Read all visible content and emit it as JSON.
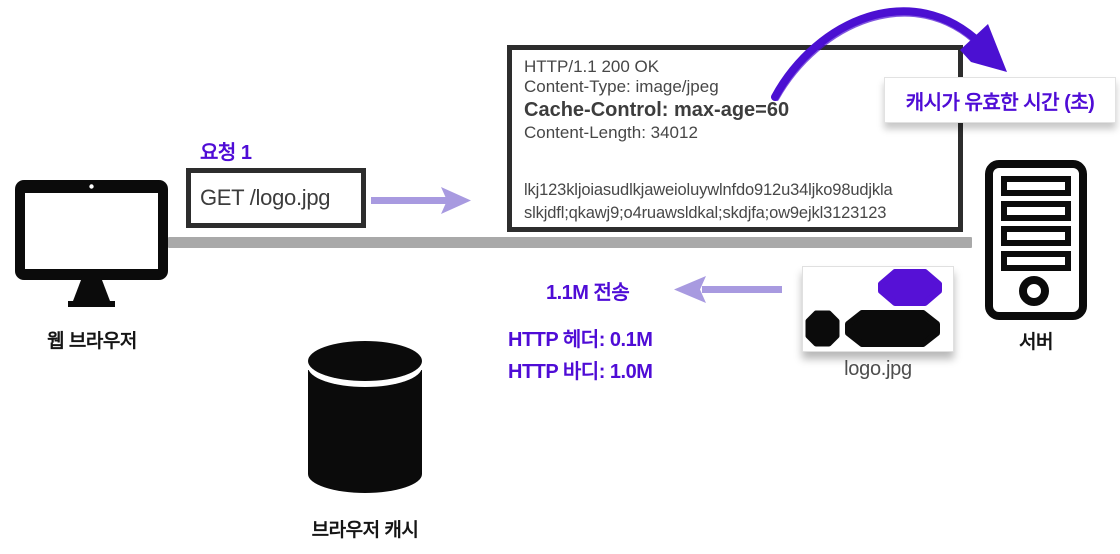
{
  "colors": {
    "accent_purple": "#4f0cd6",
    "hand_arrow_purple": "#4b10d2",
    "light_arrow_purple": "#a89ae0",
    "box_border": "#2d2d2d",
    "timeline_gray": "#a9a9a9",
    "response_text": "#474747"
  },
  "nodes": {
    "browser": {
      "label": "웹 브라우저",
      "icon": "monitor-icon"
    },
    "server": {
      "label": "서버",
      "icon": "server-icon"
    },
    "cache": {
      "label": "브라우저 캐시",
      "icon": "database-cylinder-icon"
    }
  },
  "request": {
    "label": "요청 1",
    "message": "GET /logo.jpg"
  },
  "response": {
    "status_line": "HTTP/1.1 200 OK",
    "content_type": "Content-Type: image/jpeg",
    "cache_control": "Cache-Control: max-age=60",
    "content_length": "Content-Length: 34012",
    "payload_line1": "lkj123kljoiasudlkjaweioluywlnfdo912u34ljko98udjkla",
    "payload_line2": "slkjdfl;qkawj9;o4ruawsldkal;skdjfa;ow9ejkl3123123"
  },
  "callout": {
    "label": "캐시가 유효한 시간 (초)"
  },
  "transfer": {
    "total": "1.1M 전송",
    "http_header": "HTTP 헤더: 0.1M",
    "http_body": "HTTP 바디: 1.0M"
  },
  "image_card": {
    "label": "logo.jpg"
  }
}
